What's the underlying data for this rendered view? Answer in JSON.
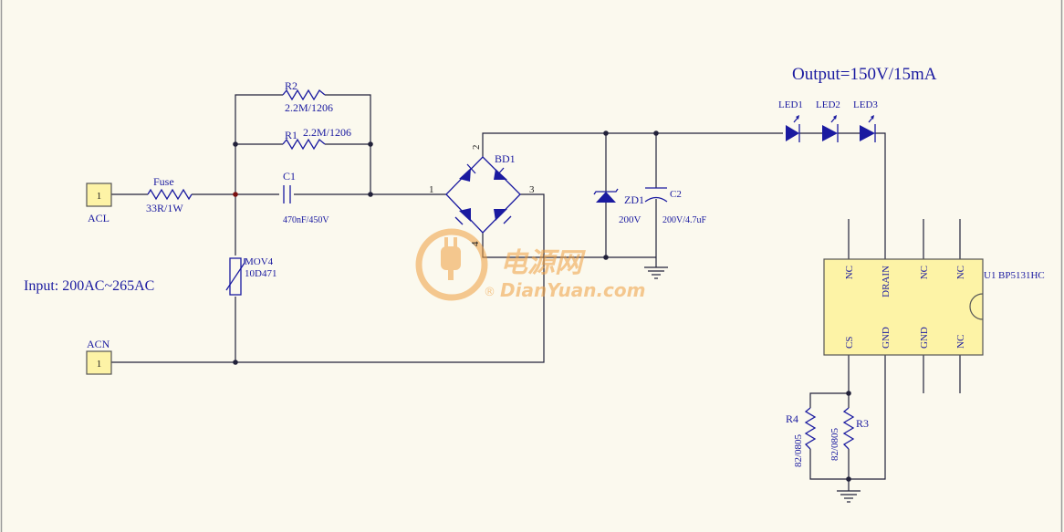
{
  "output_spec": "Output=150V/15mA",
  "input_spec": "Input: 200AC~265AC",
  "connectors": {
    "acl": {
      "pin": "1",
      "name": "ACL"
    },
    "acn": {
      "pin": "1",
      "name": "ACN"
    }
  },
  "fuse": {
    "ref": "Fuse",
    "value": "33R/1W"
  },
  "r2": {
    "ref": "R2",
    "value": "2.2M/1206"
  },
  "r1": {
    "ref": "R1",
    "value": "2.2M/1206"
  },
  "c1": {
    "ref": "C1",
    "value": "470nF/450V"
  },
  "mov": {
    "ref": "MOV4",
    "value": "10D471"
  },
  "bridge": {
    "ref": "BD1",
    "pins": [
      "1",
      "2",
      "3",
      "4"
    ]
  },
  "zener": {
    "ref": "ZD1",
    "value": "200V"
  },
  "c2": {
    "ref": "C2",
    "value": "200V/4.7uF"
  },
  "leds": [
    "LED1",
    "LED2",
    "LED3"
  ],
  "ic": {
    "ref": "U1",
    "part": "BP5131HC",
    "top_pins": [
      "NC",
      "DRAIN",
      "NC",
      "NC"
    ],
    "bottom_pins": [
      "CS",
      "GND",
      "GND",
      "NC"
    ],
    "fill": "#fdf3a6"
  },
  "r4": {
    "ref": "R4",
    "value": "82/0805"
  },
  "r3": {
    "ref": "R3",
    "value": "82/0805"
  },
  "watermark": {
    "cn": "电源网",
    "en": "DianYuan.com",
    "color": "#f0a040"
  },
  "colors": {
    "wire": "#22223a",
    "part": "#1a1aa0",
    "background": "#fbf9ee"
  }
}
